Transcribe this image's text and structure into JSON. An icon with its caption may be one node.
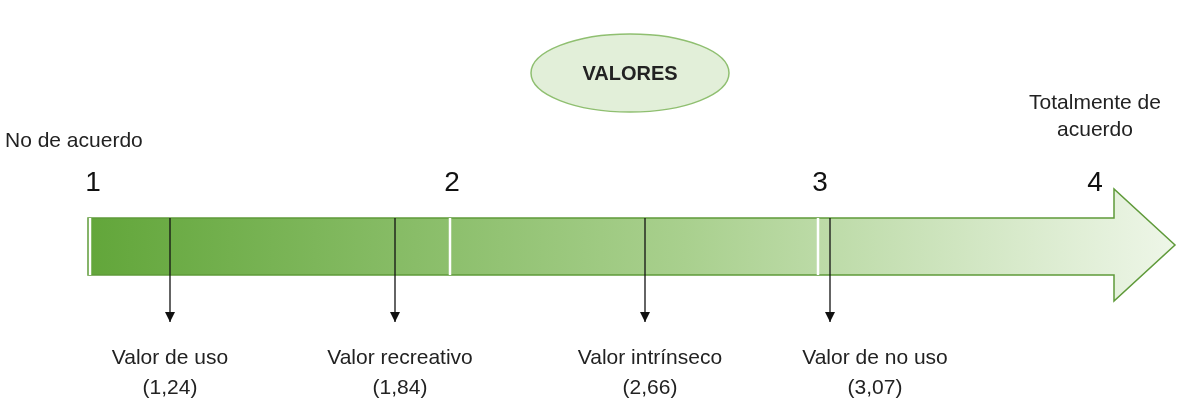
{
  "diagram": {
    "nodes": [
      {
        "text": [
          "VALORES"
        ]
      },
      {
        "text": [],
        "shape": "arrow"
      },
      {
        "text": [
          "Valor de uso",
          "(1,24)"
        ]
      },
      {
        "text": [
          "Valor recreativo",
          "(1,84)"
        ]
      },
      {
        "text": [
          "Valor intrínseco",
          "(2,66)"
        ]
      },
      {
        "text": [
          "Valor de no uso",
          "(3,07)"
        ]
      }
    ],
    "edges": [
      {
        "from": 1,
        "to": 2,
        "arrow": "to"
      },
      {
        "from": 1,
        "to": 3,
        "arrow": "to"
      },
      {
        "from": 1,
        "to": 4,
        "arrow": "to"
      },
      {
        "from": 1,
        "to": 5,
        "arrow": "to"
      }
    ],
    "labels": [
      "Totalmente de acuerdo",
      "No de acuerdo",
      "1",
      "2",
      "3",
      "4"
    ]
  }
}
